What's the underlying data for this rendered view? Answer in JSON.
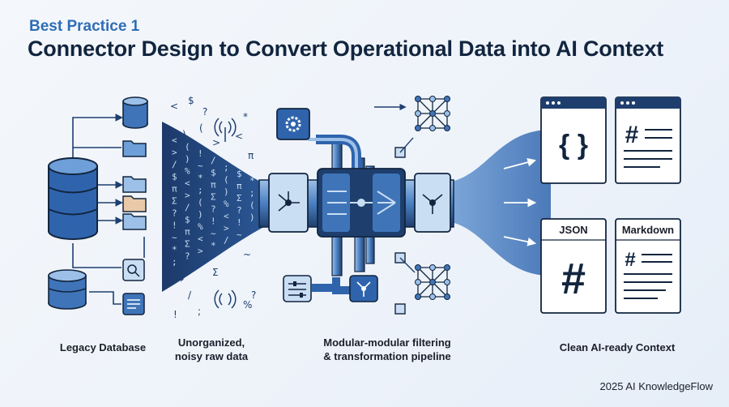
{
  "header": {
    "kicker": "Best Practice 1",
    "title": "Connector Design to Convert Operational Data into AI Context"
  },
  "sections": {
    "legacy": "Legacy Database",
    "raw_line1": "Unorganized,",
    "raw_line2": "noisy raw data",
    "pipeline_line1": "Modular-modular filtering",
    "pipeline_line2": "& transformation pipeline",
    "context": "Clean AI-ready Context"
  },
  "outputs": {
    "json_label": "JSON",
    "markdown_label": "Markdown",
    "braces_glyph": "{ }",
    "hash_glyph": "#"
  },
  "noise_glyphs": [
    "<",
    ">",
    "/",
    "$",
    "π",
    "Σ",
    "?",
    "!",
    "~",
    "*",
    ";",
    "(",
    ")",
    "%"
  ],
  "footer": {
    "credit": "2025 AI KnowledgeFlow"
  },
  "colors": {
    "navy": "#1e3f6e",
    "mid_blue": "#3f74b8",
    "light_blue": "#c9ddf3",
    "accent": "#2f6db5",
    "ink": "#12253f"
  }
}
